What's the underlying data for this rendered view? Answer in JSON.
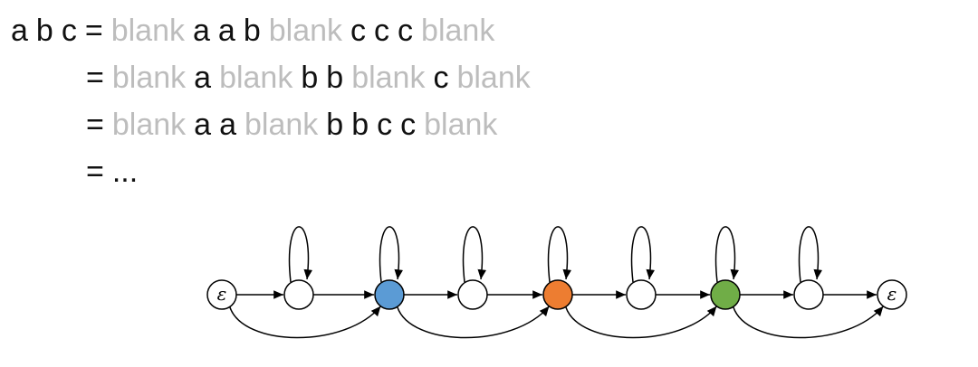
{
  "equation": {
    "lines": [
      [
        {
          "t": "a",
          "k": "sym"
        },
        {
          "t": "b",
          "k": "sym"
        },
        {
          "t": "c",
          "k": "sym"
        },
        {
          "t": "=",
          "k": "op"
        },
        {
          "t": "blank",
          "k": "blank"
        },
        {
          "t": "a",
          "k": "sym"
        },
        {
          "t": "a",
          "k": "sym"
        },
        {
          "t": "b",
          "k": "sym"
        },
        {
          "t": "blank",
          "k": "blank"
        },
        {
          "t": "c",
          "k": "sym"
        },
        {
          "t": "c",
          "k": "sym"
        },
        {
          "t": "c",
          "k": "sym"
        },
        {
          "t": "blank",
          "k": "blank"
        }
      ],
      [
        {
          "t": "=",
          "k": "op"
        },
        {
          "t": "blank",
          "k": "blank"
        },
        {
          "t": "a",
          "k": "sym"
        },
        {
          "t": "blank",
          "k": "blank"
        },
        {
          "t": "b",
          "k": "sym"
        },
        {
          "t": "b",
          "k": "sym"
        },
        {
          "t": "blank",
          "k": "blank"
        },
        {
          "t": "c",
          "k": "sym"
        },
        {
          "t": "blank",
          "k": "blank"
        }
      ],
      [
        {
          "t": "=",
          "k": "op"
        },
        {
          "t": "blank",
          "k": "blank"
        },
        {
          "t": "a",
          "k": "sym"
        },
        {
          "t": "a",
          "k": "sym"
        },
        {
          "t": "blank",
          "k": "blank"
        },
        {
          "t": "b",
          "k": "sym"
        },
        {
          "t": "b",
          "k": "sym"
        },
        {
          "t": "c",
          "k": "sym"
        },
        {
          "t": "c",
          "k": "sym"
        },
        {
          "t": "blank",
          "k": "blank"
        }
      ],
      [
        {
          "t": "=",
          "k": "op"
        },
        {
          "t": "...",
          "k": "op"
        }
      ]
    ]
  },
  "graph": {
    "nodes": [
      {
        "label": "ε",
        "fill": "#ffffff",
        "self_loop": false
      },
      {
        "label": "",
        "fill": "#ffffff",
        "self_loop": true
      },
      {
        "label": "",
        "fill": "#5b9bd5",
        "self_loop": true
      },
      {
        "label": "",
        "fill": "#ffffff",
        "self_loop": true
      },
      {
        "label": "",
        "fill": "#ed7d31",
        "self_loop": true
      },
      {
        "label": "",
        "fill": "#ffffff",
        "self_loop": true
      },
      {
        "label": "",
        "fill": "#70ad47",
        "self_loop": true
      },
      {
        "label": "",
        "fill": "#ffffff",
        "self_loop": true
      },
      {
        "label": "ε",
        "fill": "#ffffff",
        "self_loop": false
      }
    ],
    "edges": [
      {
        "from": 0,
        "to": 1,
        "kind": "straight"
      },
      {
        "from": 1,
        "to": 2,
        "kind": "straight"
      },
      {
        "from": 2,
        "to": 3,
        "kind": "straight"
      },
      {
        "from": 3,
        "to": 4,
        "kind": "straight"
      },
      {
        "from": 4,
        "to": 5,
        "kind": "straight"
      },
      {
        "from": 5,
        "to": 6,
        "kind": "straight"
      },
      {
        "from": 6,
        "to": 7,
        "kind": "straight"
      },
      {
        "from": 7,
        "to": 8,
        "kind": "straight"
      },
      {
        "from": 0,
        "to": 2,
        "kind": "skip"
      },
      {
        "from": 2,
        "to": 4,
        "kind": "skip"
      },
      {
        "from": 4,
        "to": 6,
        "kind": "skip"
      },
      {
        "from": 6,
        "to": 8,
        "kind": "skip"
      }
    ],
    "colors": {
      "stroke": "#000000",
      "blue": "#5b9bd5",
      "orange": "#ed7d31",
      "green": "#70ad47"
    }
  }
}
